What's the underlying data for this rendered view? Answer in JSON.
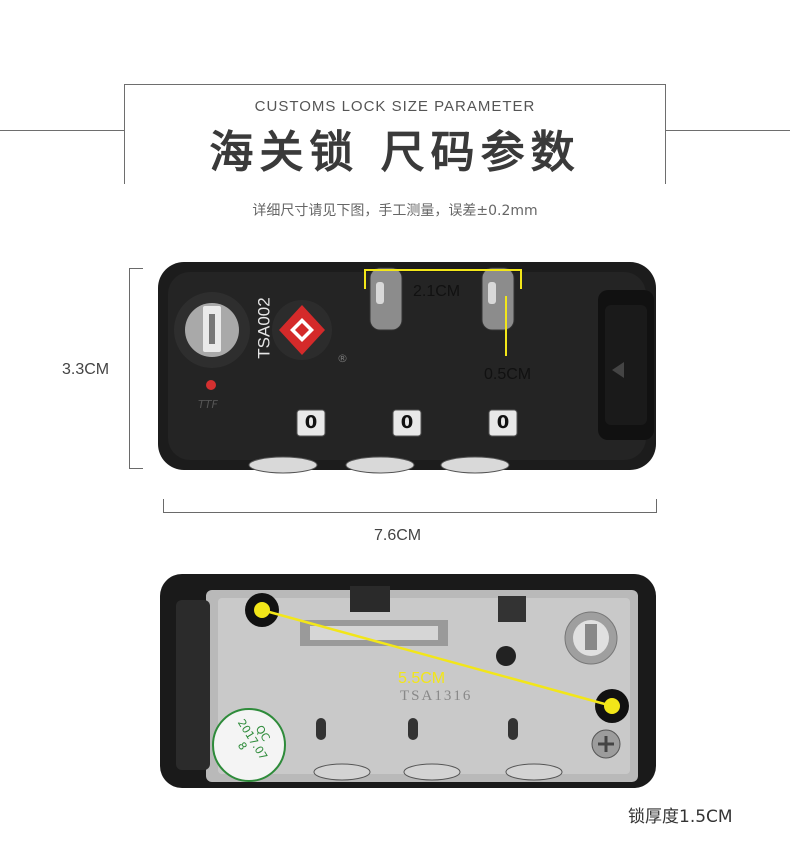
{
  "header": {
    "subtitle": "CUSTOMS LOCK SIZE PARAMETER",
    "title": "海关锁  尺码参数",
    "note": "详细尺寸请见下图，手工测量，误差±0.2mm"
  },
  "front_view": {
    "height_label": "3.3CM",
    "width_label": "7.6CM",
    "shackle_spacing_label": "2.1CM",
    "shackle_width_label": "0.5CM",
    "model_text": "TSA002",
    "registered_mark": "®",
    "brand_text": "TTF",
    "dial_digits": [
      "0",
      "0",
      "0"
    ]
  },
  "back_view": {
    "hole_distance_label": "5.5CM",
    "qc_sticker_lines": [
      "QC",
      "2017.07",
      "8"
    ],
    "plate_text": "TSA1316",
    "thickness_label": "锁厚度1.5CM"
  },
  "colors": {
    "accent_yellow": "#f2e619",
    "lock_body": "#1c1c1c",
    "tsa_red": "#d42a2a"
  }
}
